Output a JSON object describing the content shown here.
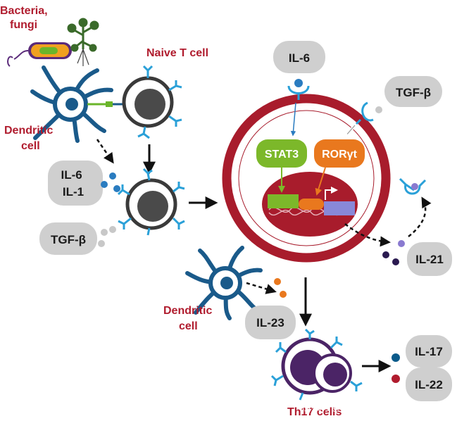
{
  "labels": {
    "bacteria_fungi": [
      "Bacteria,",
      "fungi"
    ],
    "naive_t_cell": "Naive T cell",
    "dendritic_cell_top": [
      "Dendritic",
      "cell"
    ],
    "dendritic_cell_bottom": [
      "Dendritic",
      "cell"
    ],
    "th17_cells": "Th17 cells"
  },
  "pills": {
    "il6_il1": [
      "IL-6",
      "IL-1"
    ],
    "tgfb_left": "TGF-β",
    "il6_top": "IL-6",
    "tgfb_right": "TGF-β",
    "il21": "IL-21",
    "il23": "IL-23",
    "il17": "IL-17",
    "il22": "IL-22"
  },
  "factors": {
    "stat3": "STAT3",
    "rorgt": "RORγt"
  },
  "watermark": "搜狐号@Elabscience伊莱瑞特",
  "colors": {
    "red_label": "#b01c2e",
    "cell_blue": "#1a5a8a",
    "receptor_cyan": "#2aa0d8",
    "pill_grey": "#cfcfcf",
    "stat3_green": "#7cb82a",
    "rorgt_orange": "#e9781e",
    "nucleus_red": "#a81c2c",
    "th17_purple": "#4b2466",
    "il17_dot": "#0b5a8a",
    "il22_dot": "#b01c2e"
  }
}
